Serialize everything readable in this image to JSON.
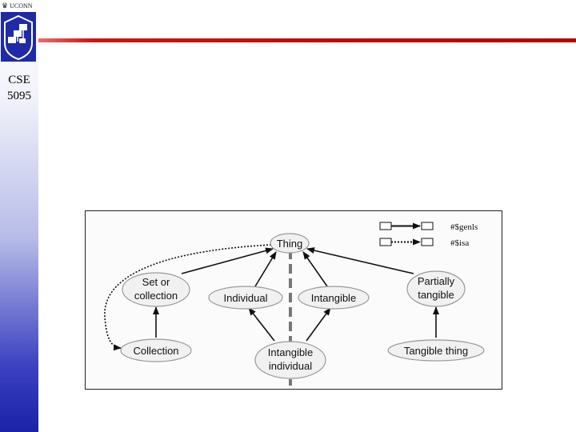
{
  "header": {
    "brand": "UCONN",
    "course_line1": "CSE",
    "course_line2": "5095"
  },
  "diagram": {
    "legend": {
      "genls_label": "#$genls",
      "isa_label": "#$isa"
    },
    "nodes": {
      "thing": "Thing",
      "set_line1": "Set or",
      "set_line2": "collection",
      "individual": "Individual",
      "intangible": "Intangible",
      "partially_line1": "Partially",
      "partially_line2": "tangible",
      "collection": "Collection",
      "intind_line1": "Intangible",
      "intind_line2": "individual",
      "tangible_thing": "Tangible thing"
    }
  }
}
